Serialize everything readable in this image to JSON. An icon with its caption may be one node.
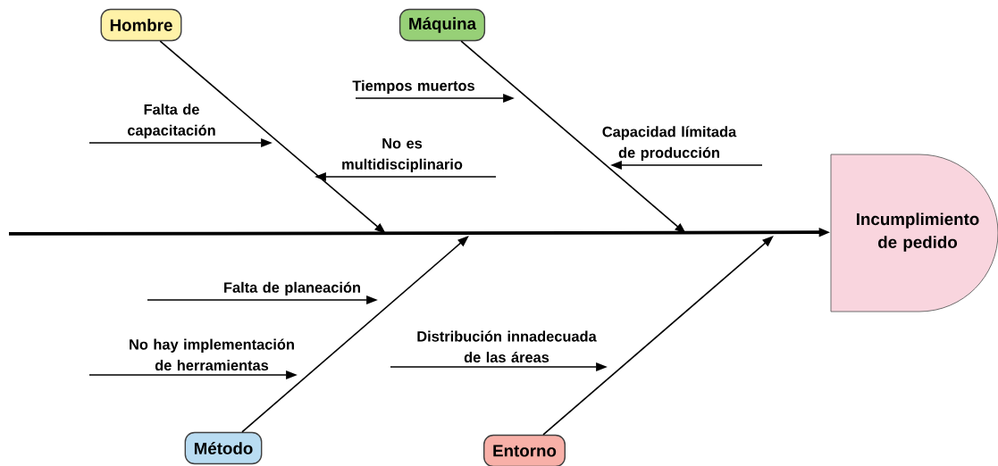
{
  "diagram": {
    "nodes": [
      {
        "text": [
          "Hombre"
        ]
      },
      {
        "text": [
          "Máquina"
        ]
      },
      {
        "text": [
          "Método"
        ]
      },
      {
        "text": [
          "Entorno"
        ]
      },
      {
        "text": [
          "Incumplimiento de pedido"
        ]
      },
      {
        "text": [
          "Falta de capacitación"
        ]
      },
      {
        "text": [
          "No es multidisciplinario"
        ]
      },
      {
        "text": [
          "Tiempos muertos"
        ]
      },
      {
        "text": [
          "Capacidad límitada de producción"
        ]
      },
      {
        "text": [
          "Falta de planeación"
        ]
      },
      {
        "text": [
          "No hay implementación de herramientas"
        ]
      },
      {
        "text": [
          "Distribución innadecuada de las áreas"
        ]
      }
    ],
    "edges": [
      {
        "from": null,
        "to": 4,
        "arrow": "to",
        "style": "thick"
      },
      {
        "from": 0,
        "to": null,
        "arrow": "to"
      },
      {
        "from": 1,
        "to": null,
        "arrow": "to"
      },
      {
        "from": 2,
        "to": null,
        "arrow": "to"
      },
      {
        "from": 3,
        "to": null,
        "arrow": "to"
      },
      {
        "from": 5,
        "to": null,
        "arrow": "to"
      },
      {
        "from": null,
        "to": 6,
        "arrow": "to"
      },
      {
        "from": 7,
        "to": null,
        "arrow": "to"
      },
      {
        "from": null,
        "to": 8,
        "arrow": "to"
      },
      {
        "from": null,
        "to": 9,
        "arrow": "to"
      },
      {
        "from": null,
        "to": 10,
        "arrow": "to"
      },
      {
        "from": null,
        "to": 11,
        "arrow": "to"
      }
    ]
  }
}
